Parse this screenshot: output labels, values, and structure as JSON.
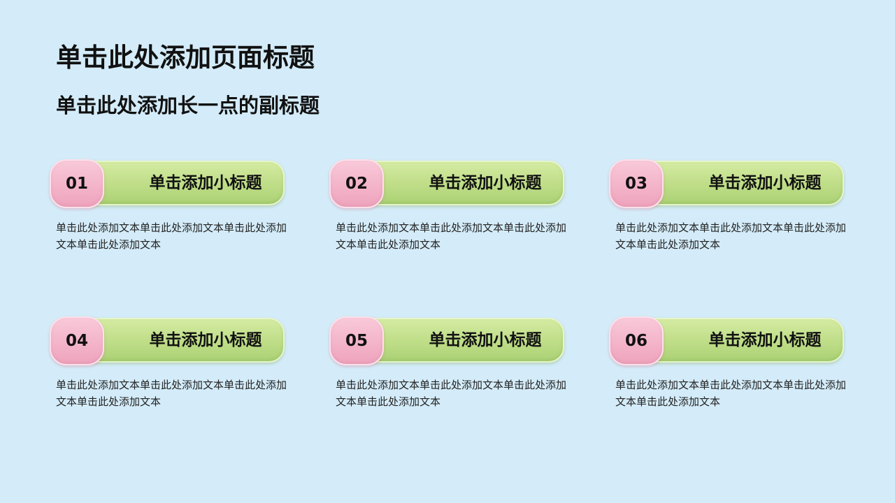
{
  "page": {
    "title": "单击此处添加页面标题",
    "subtitle": "单击此处添加长一点的副标题"
  },
  "cards": [
    {
      "number": "01",
      "heading": "单击添加小标题",
      "text": "单击此处添加文本单击此处添加文本单击此处添加文本单击此处添加文本"
    },
    {
      "number": "02",
      "heading": "单击添加小标题",
      "text": "单击此处添加文本单击此处添加文本单击此处添加文本单击此处添加文本"
    },
    {
      "number": "03",
      "heading": "单击添加小标题",
      "text": "单击此处添加文本单击此处添加文本单击此处添加文本单击此处添加文本"
    },
    {
      "number": "04",
      "heading": "单击添加小标题",
      "text": "单击此处添加文本单击此处添加文本单击此处添加文本单击此处添加文本"
    },
    {
      "number": "05",
      "heading": "单击添加小标题",
      "text": "单击此处添加文本单击此处添加文本单击此处添加文本单击此处添加文本"
    },
    {
      "number": "06",
      "heading": "单击添加小标题",
      "text": "单击此处添加文本单击此处添加文本单击此处添加文本单击此处添加文本"
    }
  ],
  "colors": {
    "background": "#d4ecf9",
    "pill_green": "#c2e08d",
    "badge_pink": "#f4b6cb",
    "text": "#111111"
  }
}
